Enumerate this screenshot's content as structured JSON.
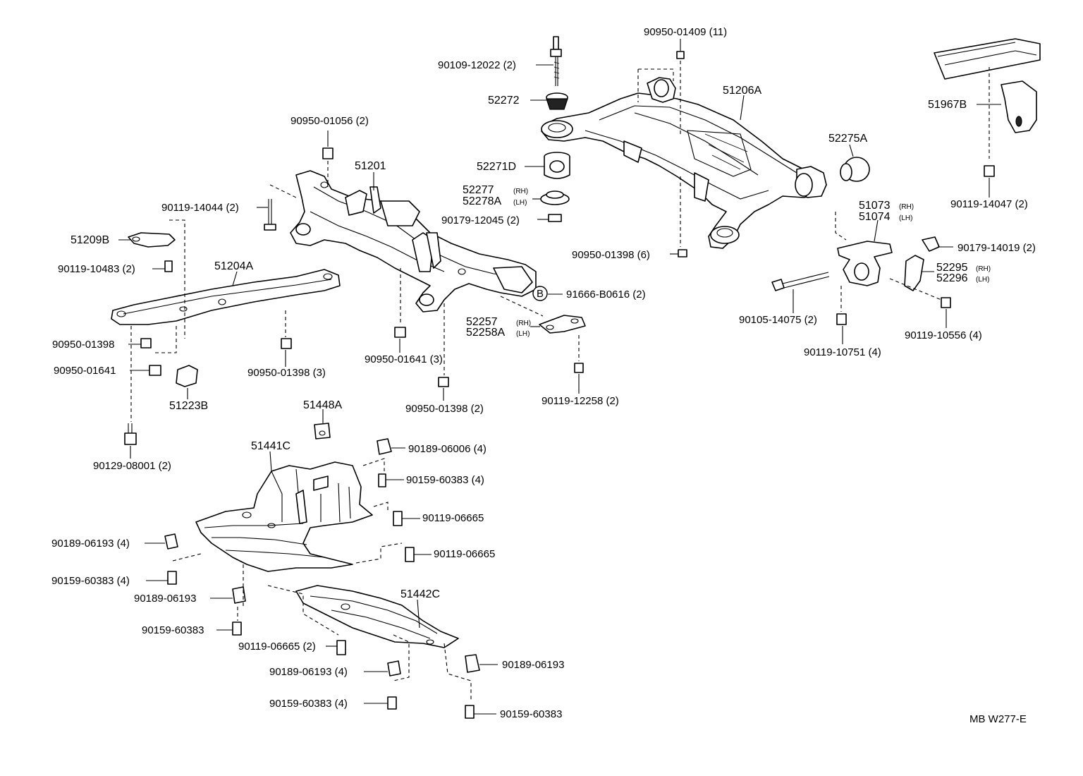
{
  "diagram_code": "MB W277-E",
  "callout_B": "B",
  "labels": {
    "p90950_01409": "90950-01409 (11)",
    "p90109_12022": "90109-12022 (2)",
    "p52272": "52272",
    "p51206A": "51206A",
    "p90950_01056": "90950-01056 (2)",
    "p51201": "51201",
    "p52271D": "52271D",
    "p52277": "52277",
    "p52277_side": "(RH)",
    "p52278A": "52278A",
    "p52278A_side": "(LH)",
    "p90179_12045": "90179-12045 (2)",
    "p90119_14044": "90119-14044 (2)",
    "p51209B": "51209B",
    "p90119_10483": "90119-10483 (2)",
    "p51204A": "51204A",
    "p90950_01398_6": "90950-01398 (6)",
    "p91666_B0616": "91666-B0616 (2)",
    "p52257": "52257",
    "p52257_side": "(RH)",
    "p52258A": "52258A",
    "p52258A_side": "(LH)",
    "p90950_01398_a": "90950-01398",
    "p90950_01641_3": "90950-01641 (3)",
    "p90950_01641": "90950-01641",
    "p90950_01398_3": "90950-01398 (3)",
    "p51223B": "51223B",
    "p90950_01398_2": "90950-01398 (2)",
    "p90119_12258": "90119-12258 (2)",
    "p51448A": "51448A",
    "p90129_08001": "90129-08001 (2)",
    "p51441C": "51441C",
    "p90189_06006": "90189-06006 (4)",
    "p90159_60383_4a": "90159-60383 (4)",
    "p90119_06665_a": "90119-06665",
    "p90119_06665_b": "90119-06665",
    "p90189_06193_4a": "90189-06193 (4)",
    "p90159_60383_4b": "90159-60383 (4)",
    "p90189_06193_a": "90189-06193",
    "p90159_60383_a": "90159-60383",
    "p51442C": "51442C",
    "p90119_06665_2": "90119-06665 (2)",
    "p90189_06193_4b": "90189-06193 (4)",
    "p90189_06193_b": "90189-06193",
    "p90159_60383_4c": "90159-60383 (4)",
    "p90159_60383_b": "90159-60383",
    "p52275A": "52275A",
    "p51967B": "51967B",
    "p90119_14047": "90119-14047 (2)",
    "p51073": "51073",
    "p51073_side": "(RH)",
    "p51074": "51074",
    "p51074_side": "(LH)",
    "p90179_14019": "90179-14019 (2)",
    "p52295": "52295",
    "p52295_side": "(RH)",
    "p52296": "52296",
    "p52296_side": "(LH)",
    "p90105_14075": "90105-14075 (2)",
    "p90119_10751": "90119-10751 (4)",
    "p90119_10556": "90119-10556 (4)"
  }
}
